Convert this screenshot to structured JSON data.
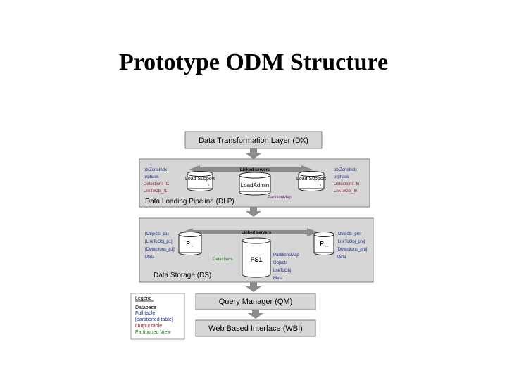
{
  "title": "Prototype ODM Structure",
  "dx": {
    "label": "Data Transformation Layer (DX)"
  },
  "dlp": {
    "label": "Data Loading Pipeline (DLP)",
    "linked_servers": "Linked servers",
    "load_support_left": "Load Support",
    "load_support_left_sub": "1",
    "load_support_right": "Load Support",
    "load_support_right_sub": "n",
    "load_admin": "LoadAdmin",
    "partition_map": "PartitionMap",
    "left_list": [
      "objZoneIndx",
      "orphans",
      "Detections_l1",
      "LnkToObj_l1"
    ],
    "right_list": [
      "objZoneIndx",
      "orphans",
      "Detections_ln",
      "LnkToObj_ln"
    ]
  },
  "ds": {
    "label": "Data Storage (DS)",
    "linked_servers": "Linked servers",
    "p1": "P",
    "p1_sub": "1",
    "pm": "P",
    "pm_sub": "m",
    "ps1": "PS1",
    "detections": "Detections",
    "left_list": [
      "[Objects_p1]",
      "[LnkToObj_p1]",
      "[Detections_p1]",
      "Meta"
    ],
    "right_list": [
      "[Objects_pm]",
      "[LnkToObj_pm]",
      "[Detections_pm]",
      "Meta"
    ],
    "ps1_list": [
      "PartitionsMap",
      "Objects",
      "LnkToObj",
      "Meta"
    ]
  },
  "qm": {
    "label": "Query Manager (QM)"
  },
  "wbi": {
    "label": "Web Based Interface (WBI)"
  },
  "legend": {
    "title": "Legend",
    "items": [
      "Database",
      "Full table",
      "[partitioned table]",
      "Output table",
      "Partitioned View"
    ]
  },
  "colors": {
    "full_table": "#1a2f8c",
    "output_table": "#8a1a1a",
    "partitioned_view": "#1f7a1f",
    "box_fill": "#d6d6d6"
  }
}
